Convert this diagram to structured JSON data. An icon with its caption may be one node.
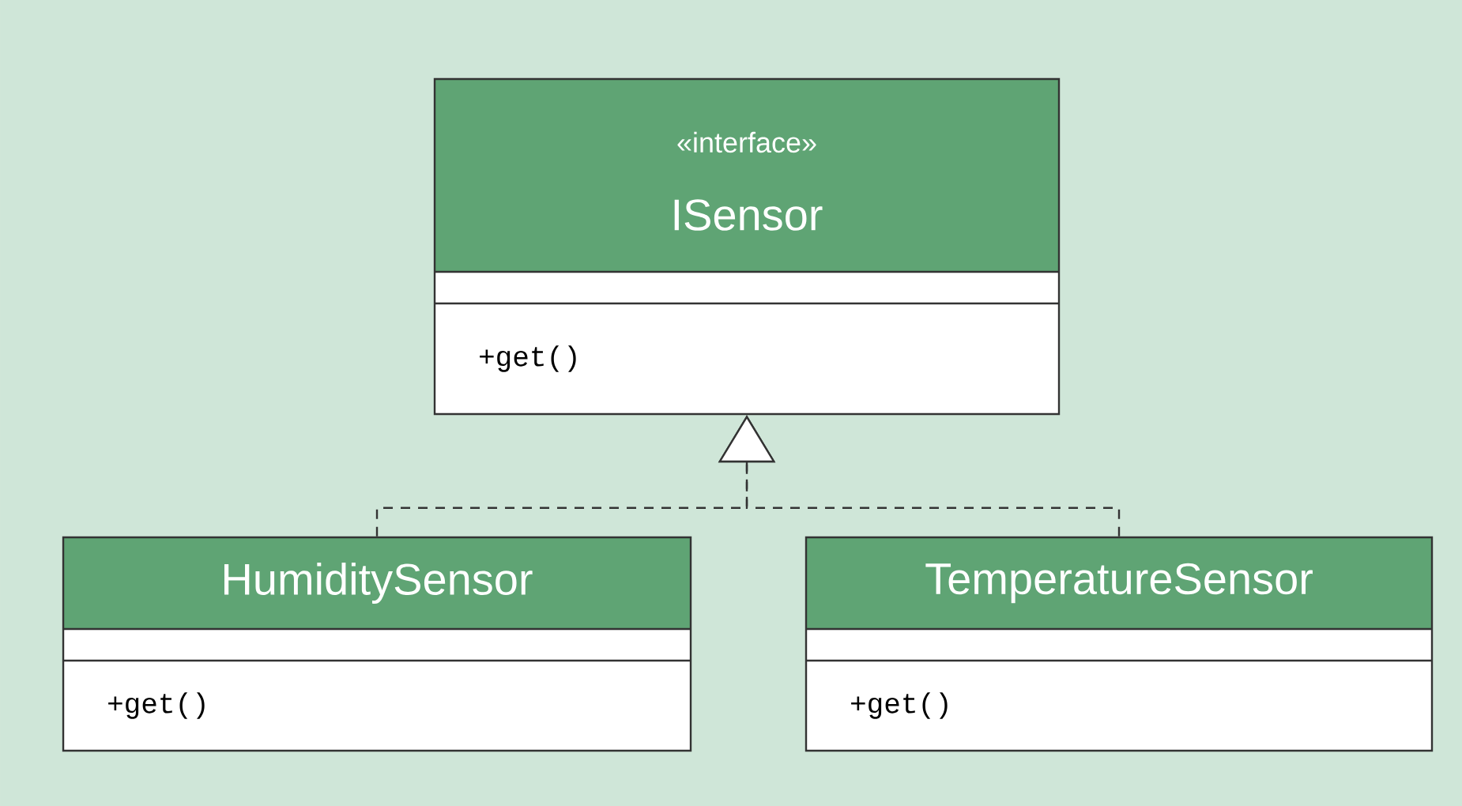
{
  "diagram": {
    "nodes": [
      {
        "text": [
          "«interface»",
          "ISensor",
          "+get()"
        ]
      },
      {
        "text": [
          "HumiditySensor",
          "+get()"
        ]
      },
      {
        "text": [
          "TemperatureSensor",
          "+get()"
        ]
      }
    ],
    "edges": [
      {
        "from": 1,
        "to": 0,
        "arrow": "to",
        "style": "dashed"
      },
      {
        "from": 2,
        "to": 0,
        "arrow": "to",
        "style": "dashed"
      }
    ]
  }
}
